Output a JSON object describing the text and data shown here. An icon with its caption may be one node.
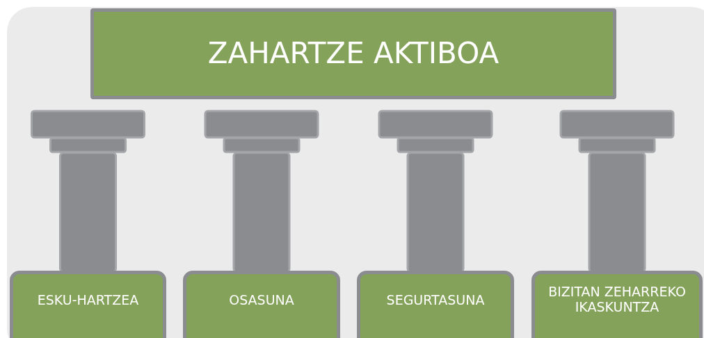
{
  "diagram": {
    "nodes": [
      {
        "text": [
          "ZAHARTZE AKTIBOA"
        ]
      },
      {
        "text": [
          "ESKU-HARTZEA"
        ]
      },
      {
        "text": [
          "OSASUNA"
        ]
      },
      {
        "text": [
          "SEGURTASUNA"
        ]
      },
      {
        "text": [
          "BIZITAN ZEHARREKO IKASKUNTZA"
        ]
      }
    ]
  }
}
